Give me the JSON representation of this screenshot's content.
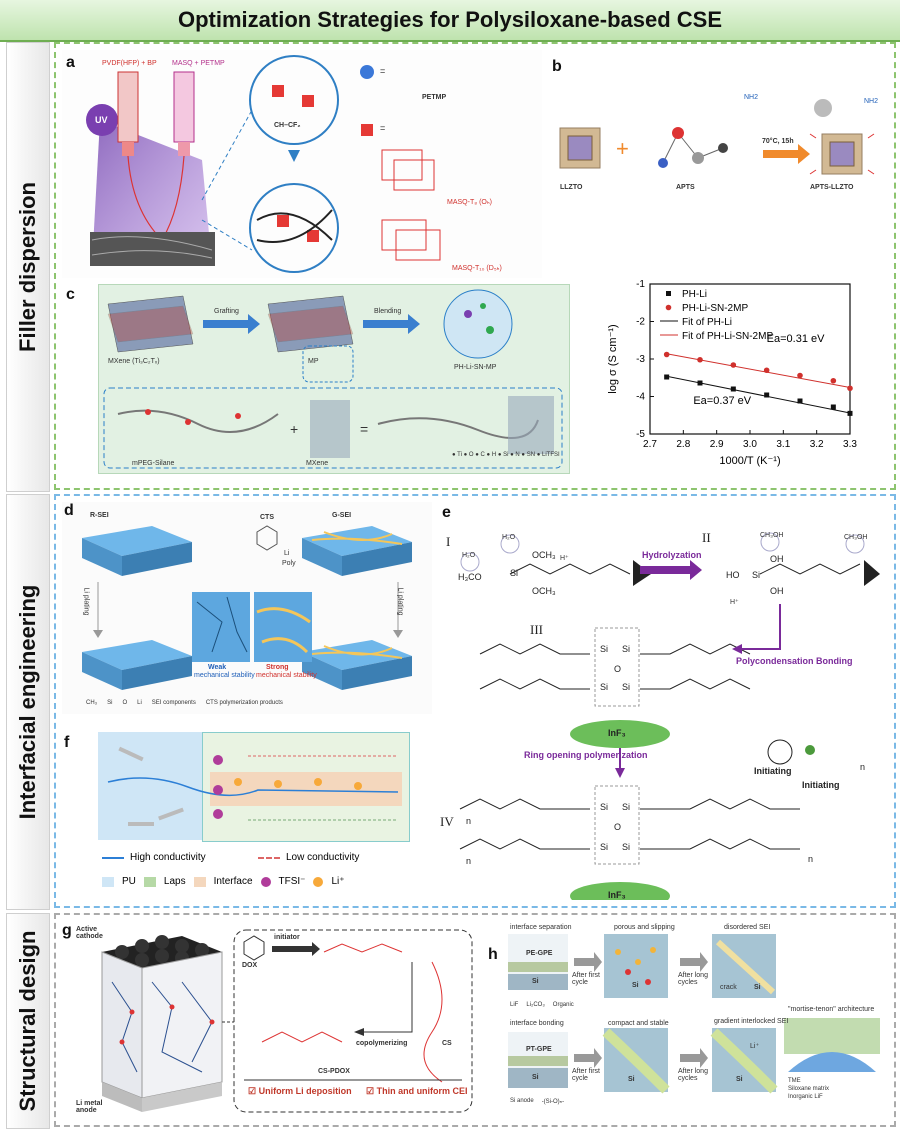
{
  "title": "Optimization Strategies for Polysiloxane-based CSE",
  "colors": {
    "green": "#6fae52",
    "blue": "#5aa8df",
    "gray": "#9a9a9a",
    "red": "#d0312d",
    "black": "#111111"
  },
  "sections": [
    {
      "label": "Filler dispersion"
    },
    {
      "label": "Interfacial engineering"
    },
    {
      "label": "Structural design"
    }
  ],
  "panels": {
    "a": {
      "letter": "a",
      "syringe_left": "PVDF(HFP) + BP",
      "syringe_right": "MASQ + PETMP",
      "uv": "UV",
      "chain": "CH–CF₂",
      "petmp_eq": "=",
      "petmp_label": "PETMP",
      "masq_eq": "=",
      "masq_t8": "MASQ-T₈ (Oₕ)",
      "masq_t10": "MASQ-T₁₀ (D₅ₕ)"
    },
    "b": {
      "letter": "b",
      "llzto": "LLZTO",
      "apts": "APTS",
      "conditions": "70°C, 15h",
      "product": "APTS-LLZTO",
      "nh2": "NH2"
    },
    "c": {
      "letter": "c",
      "mxene": "MXene (Ti₃C₂Tₓ)",
      "grafting": "Grafting",
      "mp": "MP",
      "blending": "Blending",
      "ph": "PH-Li-SN-MP",
      "mpeg": "mPEG-Silane",
      "mxene2": "MXene",
      "legend_items": "● Ti  ● O  ● C  ● H  ● Si  ● N  ● SN  ● LiTFSI"
    },
    "d": {
      "letter": "d",
      "rsei": "R-SEI",
      "gsei": "G-SEI",
      "cts": "CTS",
      "li": "Li",
      "poly": "Poly",
      "plating": "Li plating",
      "weak": "Weak",
      "weak_sub": "mechanical stability",
      "strong": "Strong",
      "strong_sub": "mechanical stability",
      "legend": [
        "CH₃",
        "Si",
        "O",
        "Li",
        "SEI components",
        "CTS polymerization products"
      ]
    },
    "e": {
      "letter": "e",
      "roman_1": "I",
      "roman_2": "II",
      "roman_3": "III",
      "roman_4": "IV",
      "hydrolyzation": "Hydrolyzation",
      "polycondensation": "Polycondensation Bonding",
      "ring_opening": "Ring opening polymerization",
      "initiating": "Initiating",
      "inf3": "InF₃",
      "h2o": "H₂O",
      "ch3oh": "CH₃OH",
      "hplus": "H⁺",
      "h3co": "H₃CO",
      "och3": "OCH₃",
      "ho": "HO",
      "oh": "OH",
      "si": "Si",
      "o": "O",
      "n": "n"
    },
    "f": {
      "letter": "f",
      "high": "High conductivity",
      "low": "Low conductivity",
      "legend": [
        "PU",
        "Laps",
        "Interface",
        "TFSI⁻",
        "Li⁺"
      ]
    },
    "g": {
      "letter": "g",
      "cathode": "Active cathode",
      "anode": "Li metal anode",
      "dox": "DOX",
      "initiator": "initiator",
      "copolymerizing": "copolymerizing",
      "cs": "CS",
      "cspdox": "CS-PDOX",
      "check1": "☑ Uniform Li deposition",
      "check2": "☑ Thin and uniform CEI"
    },
    "h": {
      "letter": "h",
      "interface_separation": "interface separation",
      "pe_gpe": "PE-GPE",
      "after_first_1": "After first cycle",
      "porous": "porous and slipping",
      "after_long_1": "After long cycles",
      "disordered": "disordered SEI",
      "crack": "crack",
      "interface_bonding": "interface bonding",
      "pt_gpe": "PT-GPE",
      "after_first_2": "After first cycle",
      "compact": "compact and stable",
      "after_long_2": "After long cycles",
      "gradient": "gradient interlocked SEI",
      "mortise": "\"mortise-tenon\" architecture",
      "si": "Si",
      "lif": "LiF",
      "li2co3": "Li₂CO₃",
      "organic": "Organic",
      "si_anode": "Si anode",
      "sio": "-(Si-O)ₙ-",
      "tme": "TME",
      "siloxane": "Siloxane matrix",
      "inorganic": "Inorganic LiF",
      "li": "Li⁺"
    }
  },
  "chart_data": {
    "type": "scatter",
    "xlabel": "1000/T (K⁻¹)",
    "ylabel": "log σ (S cm⁻¹)",
    "xlim": [
      2.7,
      3.3
    ],
    "ylim": [
      -5,
      -1
    ],
    "xticks": [
      "2.7",
      "2.8",
      "2.9",
      "3.0",
      "3.1",
      "3.2",
      "3.3"
    ],
    "yticks": [
      "-1",
      "-2",
      "-3",
      "-4",
      "-5"
    ],
    "legend_position": "top-left",
    "series": [
      {
        "name": "PH-Li",
        "marker": "square",
        "color": "#111111",
        "x": [
          2.75,
          2.85,
          2.95,
          3.05,
          3.15,
          3.25,
          3.3
        ],
        "y": [
          -3.48,
          -3.64,
          -3.8,
          -3.96,
          -4.12,
          -4.28,
          -4.45
        ]
      },
      {
        "name": "PH-Li-SN-2MP",
        "marker": "circle",
        "color": "#d0312d",
        "x": [
          2.75,
          2.85,
          2.95,
          3.05,
          3.15,
          3.25,
          3.3
        ],
        "y": [
          -2.88,
          -3.02,
          -3.16,
          -3.3,
          -3.44,
          -3.58,
          -3.78
        ]
      }
    ],
    "fits": [
      {
        "name": "Fit of PH-Li",
        "color": "#111111",
        "x": [
          2.75,
          3.3
        ],
        "y": [
          -3.46,
          -4.44
        ]
      },
      {
        "name": "Fit of PH-Li-SN-2MP",
        "color": "#d0312d",
        "x": [
          2.75,
          3.3
        ],
        "y": [
          -2.86,
          -3.76
        ]
      }
    ],
    "annotations": [
      {
        "text": "Ea=0.31 eV",
        "x": 3.05,
        "y": -2.55
      },
      {
        "text": "Ea=0.37 eV",
        "x": 2.83,
        "y": -4.2
      }
    ]
  }
}
